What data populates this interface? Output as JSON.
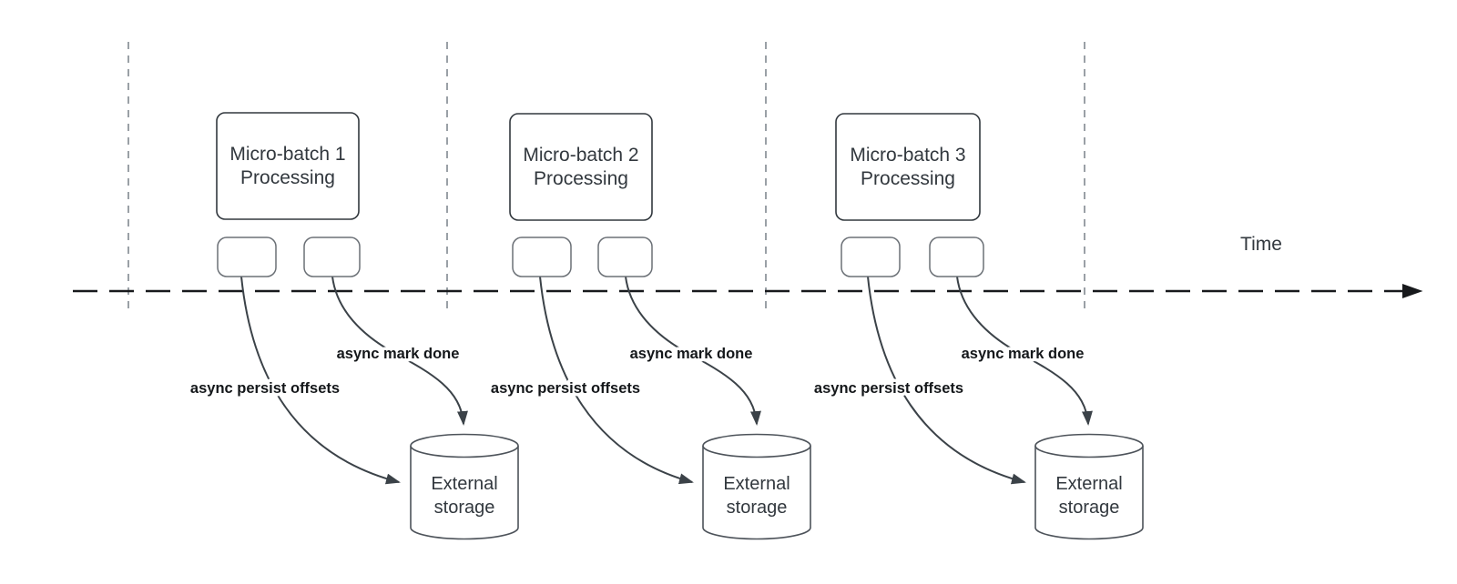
{
  "diagram": {
    "time_axis": {
      "label": "Time"
    },
    "batches": [
      {
        "title_line1": "Micro-batch 1",
        "title_line2": "Processing",
        "persist_arrow_label": "async persist offsets",
        "mark_done_arrow_label": "async mark done",
        "storage_line1": "External",
        "storage_line2": "storage"
      },
      {
        "title_line1": "Micro-batch 2",
        "title_line2": "Processing",
        "persist_arrow_label": "async persist offsets",
        "mark_done_arrow_label": "async mark done",
        "storage_line1": "External",
        "storage_line2": "storage"
      },
      {
        "title_line1": "Micro-batch 3",
        "title_line2": "Processing",
        "persist_arrow_label": "async persist offsets",
        "mark_done_arrow_label": "async mark done",
        "storage_line1": "External",
        "storage_line2": "storage"
      }
    ],
    "colors": {
      "background": "#ffffff",
      "shape_stroke": "#32383e",
      "small_box_stroke": "#6b7076",
      "cylinder_stroke": "#4d535a",
      "curve_stroke": "#3b4248",
      "guide_line": "#9aa0a6",
      "timeline": "#17191c",
      "text": "#32383e",
      "edge_label_text": "#14171a"
    }
  }
}
